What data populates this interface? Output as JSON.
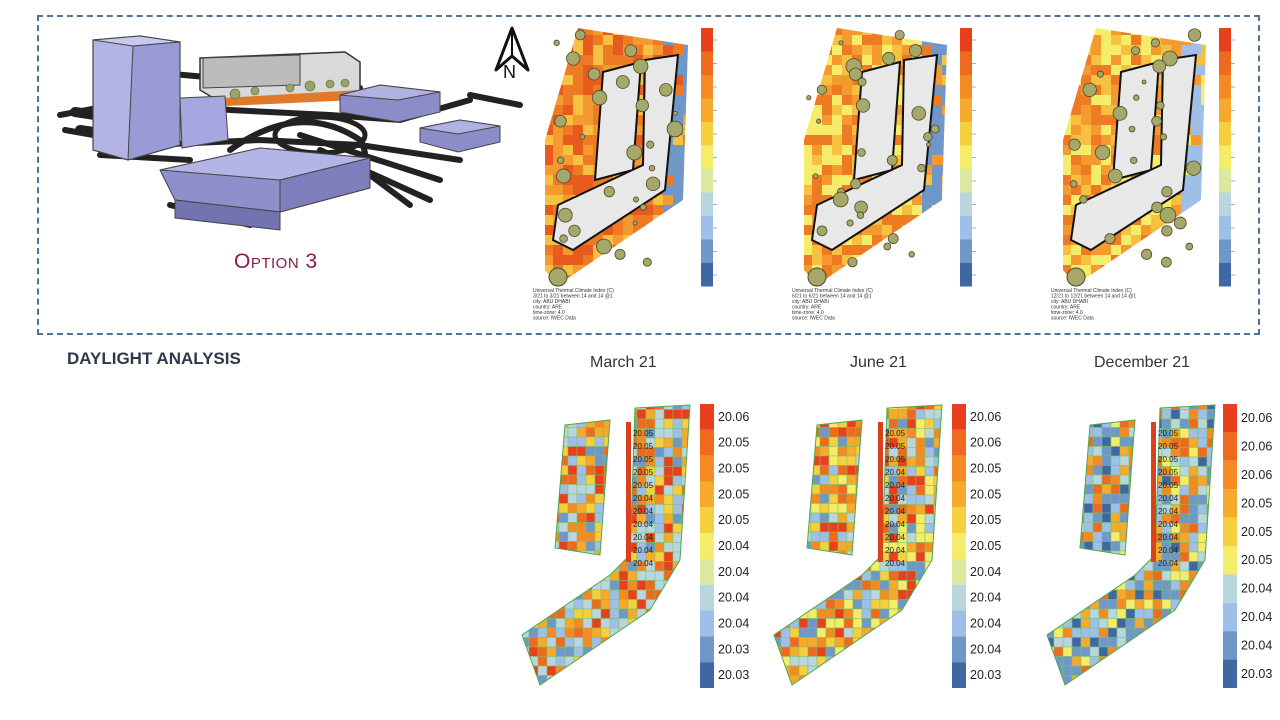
{
  "option_label": "Option 3",
  "north_label": "N",
  "section_title": "DAYLIGHT ANALYSIS",
  "months": [
    "March 21",
    "June 21",
    "December 21"
  ],
  "utci_maps": [
    {
      "lines": [
        "Universal Thermal Climate Index (C)",
        "3/21 to 3/21 between 14 and 14 @1",
        "city: ABU DHABI",
        "country: ARE",
        "time-zone: 4.0",
        "source: IWEC Data"
      ]
    },
    {
      "lines": [
        "Universal Thermal Climate Index (C)",
        "6/21 to 6/21 between 14 and 14 @1",
        "city: ABU DHABI",
        "country: ARE",
        "time-zone: 4.0",
        "source: IWEC Data"
      ]
    },
    {
      "lines": [
        "Universal Thermal Climate Index (C)",
        "12/21 to 12/21 between 14 and 14 @1",
        "city: ABU DHABI",
        "country: ARE",
        "time-zone: 4.0",
        "source: IWEC Data"
      ]
    }
  ],
  "daylight_legends": [
    [
      "20.06",
      "20.05",
      "20.05",
      "20.05",
      "20.05",
      "20.04",
      "20.04",
      "20.04",
      "20.04",
      "20.03",
      "20.03"
    ],
    [
      "20.06",
      "20.06",
      "20.05",
      "20.05",
      "20.05",
      "20.05",
      "20.04",
      "20.04",
      "20.04",
      "20.04",
      "20.03"
    ],
    [
      "20.06",
      "20.06",
      "20.06",
      "20.05",
      "20.05",
      "20.05",
      "20.04",
      "20.04",
      "20.04",
      "20.03"
    ]
  ],
  "inline_labels": [
    [
      "20.05",
      "20.05",
      "20.05",
      "20.05",
      "20.05",
      "20.04",
      "20.04",
      "20.04",
      "20.04",
      "20.04",
      "20.04"
    ],
    [
      "20.05",
      "20.05",
      "20.05",
      "20.04",
      "20.04",
      "20.04",
      "20.04",
      "20.04",
      "20.04",
      "20.04",
      "20.04"
    ],
    [
      "20.05",
      "20.05",
      "20.05",
      "20.05",
      "20.05",
      "20.04",
      "20.04",
      "20.04",
      "20.04",
      "20.04",
      "20.04"
    ]
  ],
  "colors": {
    "frame": "#4f7493",
    "option": "#8a1c4a",
    "ramp": [
      "#e8401c",
      "#ef6a1e",
      "#f38a22",
      "#f5aa2c",
      "#f6cf3e",
      "#f5ec6a",
      "#dbe8a0",
      "#b9d6df",
      "#9ebfe8",
      "#6f97c8",
      "#3f67a2"
    ]
  }
}
